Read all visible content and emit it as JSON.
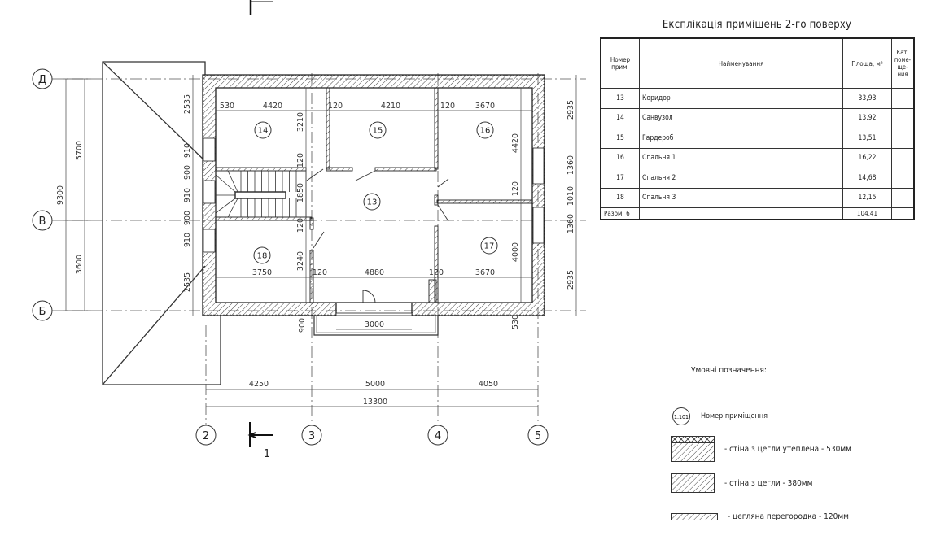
{
  "plan": {
    "rooms": [
      "13",
      "14",
      "15",
      "16",
      "17",
      "18"
    ],
    "axes_rows": [
      "Д",
      "В",
      "Б"
    ],
    "axes_cols": [
      "2",
      "3",
      "4",
      "5"
    ],
    "section_label": "1",
    "dims_top_row": [
      "530",
      "4420",
      "120",
      "4210",
      "120",
      "3670"
    ],
    "dims_bottom_row": [
      "3750",
      "120",
      "4880",
      "120",
      "3670"
    ],
    "dims_vertical_inner_left": [
      "3210",
      "120",
      "1850",
      "120",
      "3240"
    ],
    "dims_vertical_inner_right": [
      "4420",
      "120",
      "4000"
    ],
    "dims_right": [
      "2935",
      "1360",
      "1010",
      "1360",
      "2935"
    ],
    "dims_left": [
      "2535",
      "910",
      "900",
      "910",
      "900",
      "910",
      "2535"
    ],
    "dims_left_outer": [
      "5700",
      "3600",
      "9300"
    ],
    "dims_bottom_axes": [
      "4250",
      "5000",
      "4050"
    ],
    "dims_bottom_total": "13300",
    "dims_balcony": [
      "900",
      "3000",
      "530"
    ]
  },
  "table": {
    "title": "Експлікація приміщень 2-го поверху",
    "headers": [
      "Номер прим.",
      "Найменування",
      "Площа, м²",
      "Кат. поме-ще-ния"
    ],
    "rows": [
      {
        "num": "13",
        "name": "Коридор",
        "area": "33,93",
        "cat": ""
      },
      {
        "num": "14",
        "name": "Санвузол",
        "area": "13,92",
        "cat": ""
      },
      {
        "num": "15",
        "name": "Гардероб",
        "area": "13,51",
        "cat": ""
      },
      {
        "num": "16",
        "name": "Спальня 1",
        "area": "16,22",
        "cat": ""
      },
      {
        "num": "17",
        "name": "Спальня 2",
        "area": "14,68",
        "cat": ""
      },
      {
        "num": "18",
        "name": "Спальня 3",
        "area": "12,15",
        "cat": ""
      }
    ],
    "total_label": "Разом: 6",
    "total_area": "104,41"
  },
  "legend": {
    "title": "Умовні позначення:",
    "room_symbol": "1.101",
    "room_label": "Номер приміщення",
    "items": [
      "- стіна з цегли утеплена - 530мм",
      "- стіна з цегли  - 380мм",
      "- цегляна перегородка - 120мм"
    ]
  }
}
